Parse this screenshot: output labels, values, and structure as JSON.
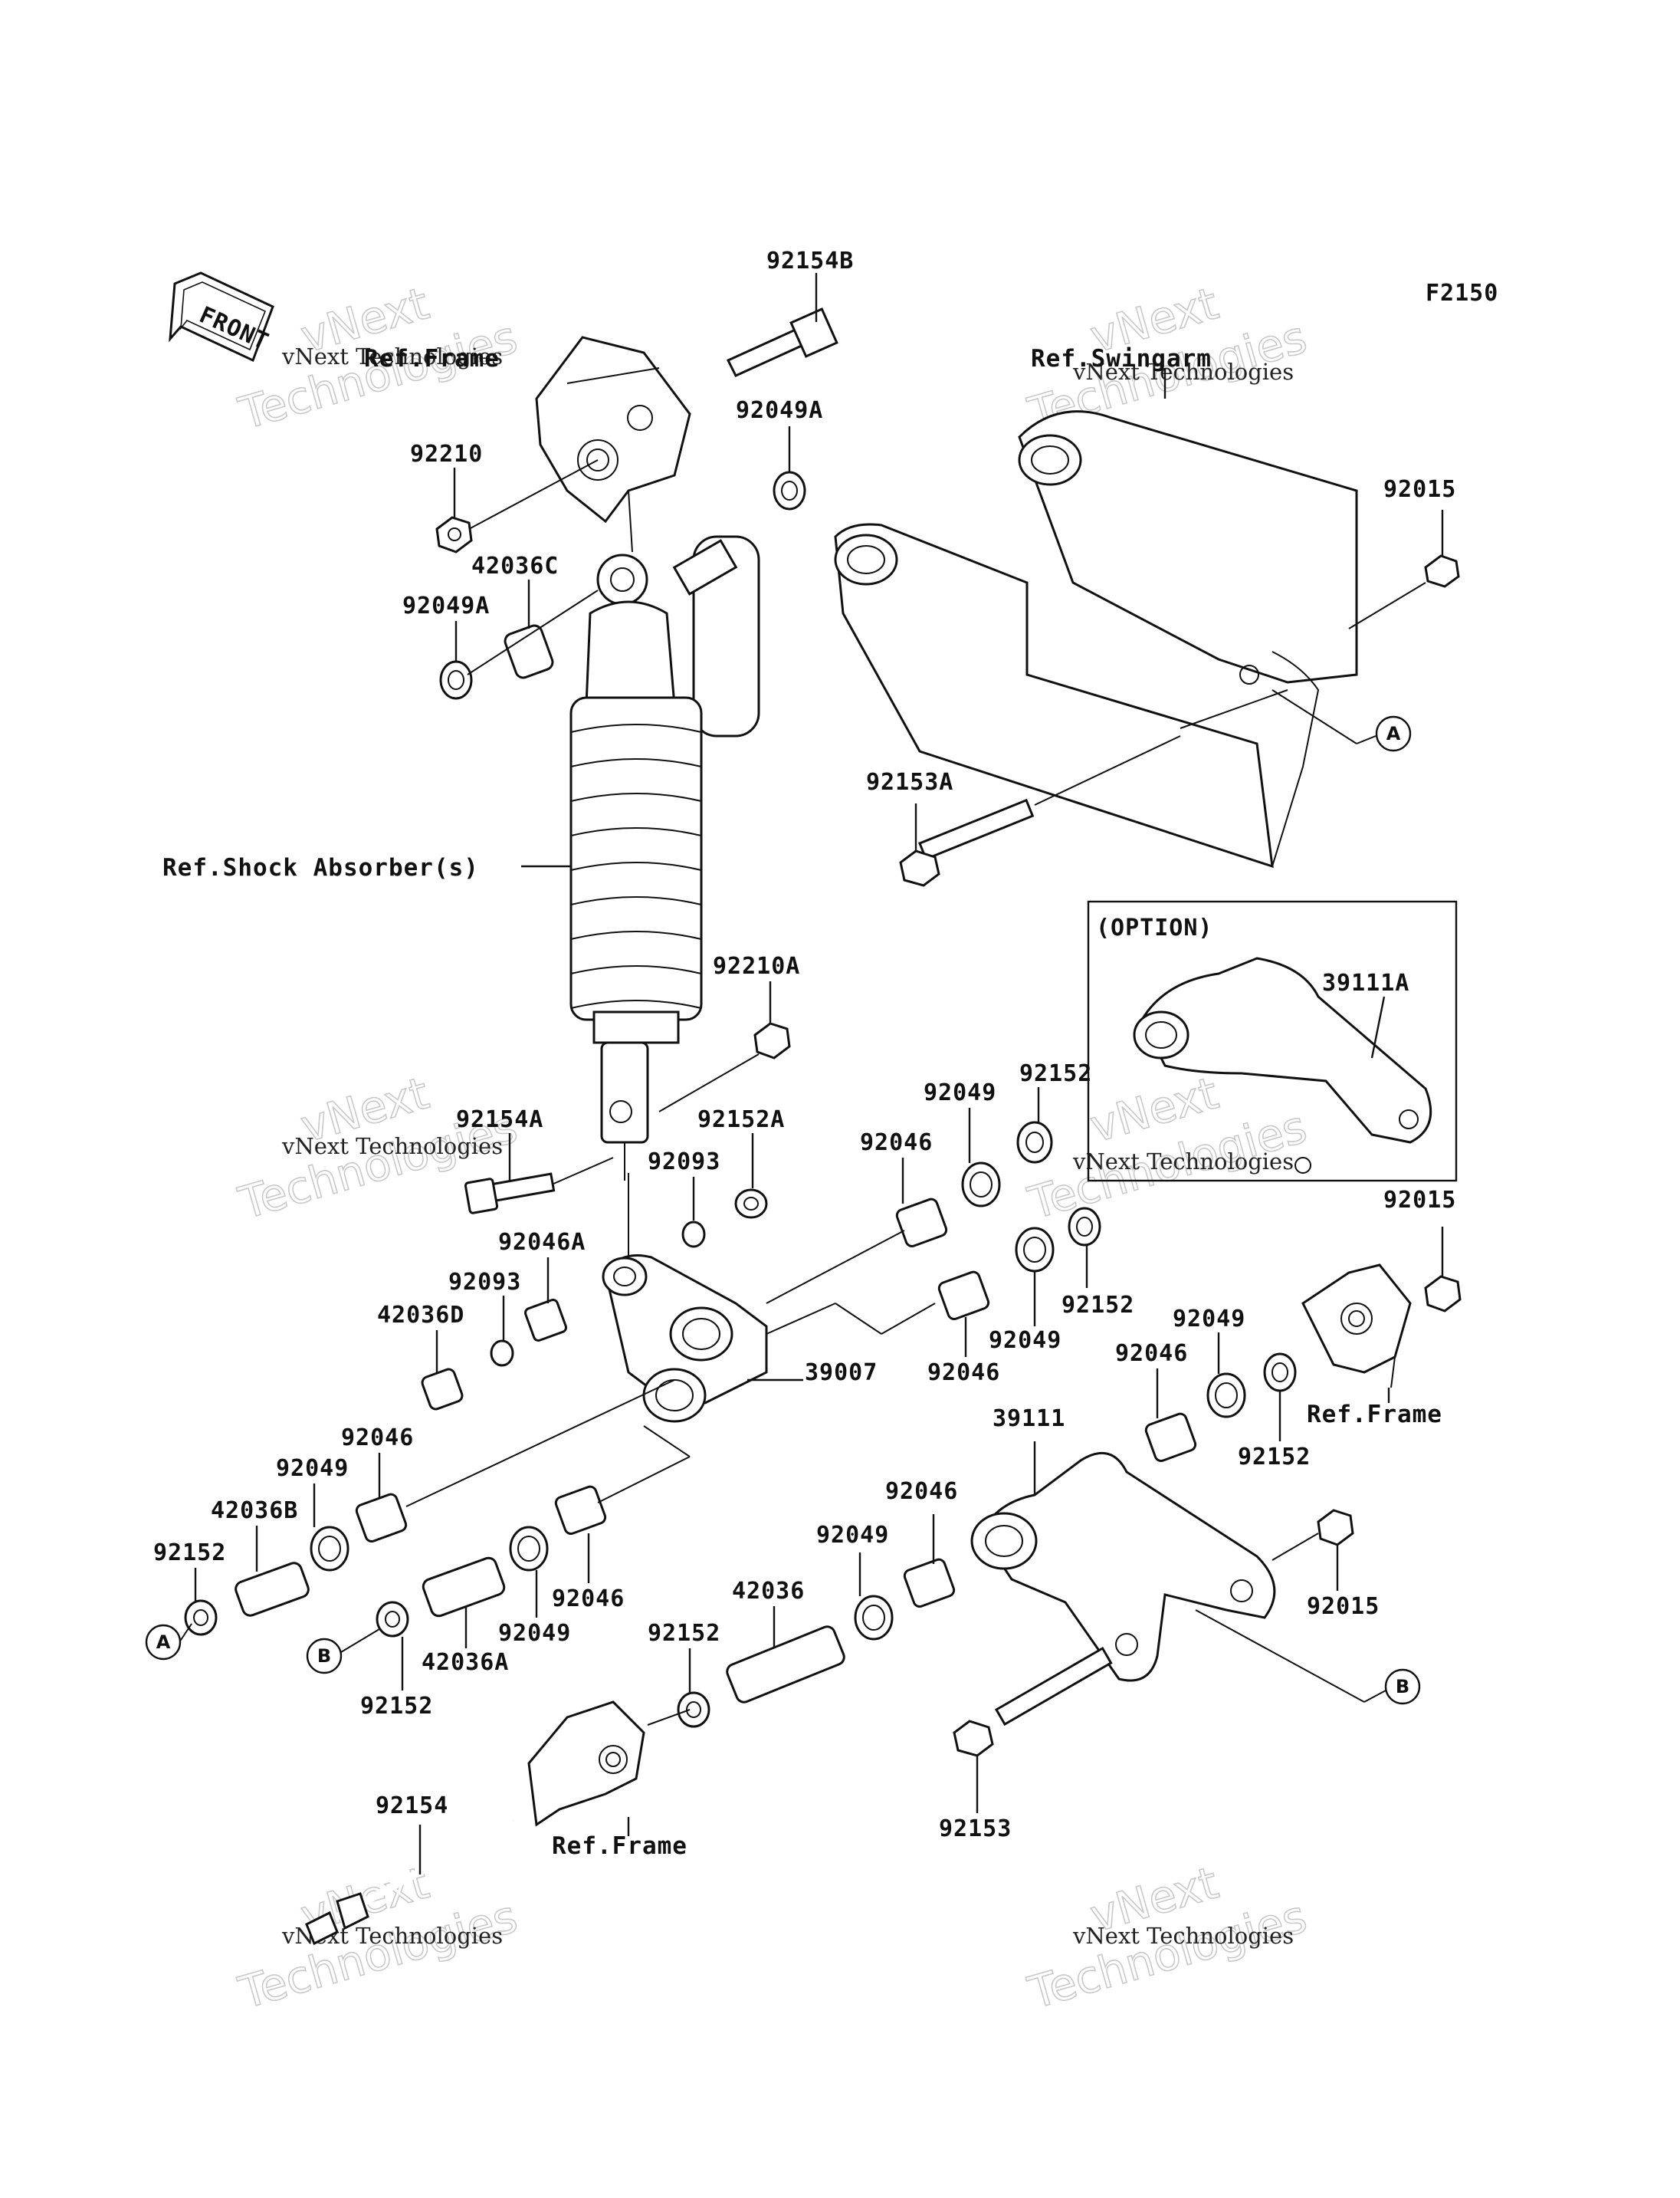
{
  "figure_code": "F2150",
  "front_label": "FRONT",
  "option_label": "(OPTION)",
  "circle_markers": {
    "a": "A",
    "b": "B"
  },
  "watermark": {
    "line1": "vNext Technologies",
    "line2a": "vNext",
    "line2b": "Technologies"
  },
  "refs": {
    "frame": "Ref.Frame",
    "swingarm": "Ref.Swingarm",
    "shock": "Ref.Shock Absorber(s)"
  },
  "parts": {
    "p92154B": "92154B",
    "p92049A_top": "92049A",
    "p92210": "92210",
    "p42036C": "42036C",
    "p92049A_left": "92049A",
    "p92015_top": "92015",
    "p92153A": "92153A",
    "p39111A": "39111A",
    "p92210A": "92210A",
    "p92152_top": "92152",
    "p92049_top": "92049",
    "p92046_top": "92046",
    "p92152A": "92152A",
    "p92154A": "92154A",
    "p92093_a": "92093",
    "p92046A": "92046A",
    "p92093_b": "92093",
    "p42036D": "42036D",
    "p92152_mid": "92152",
    "p92049_mid": "92049",
    "p92046_mid": "92046",
    "p39007": "39007",
    "p92015_mid": "92015",
    "p92049_right": "92049",
    "p92046_right": "92046",
    "p92152_right": "92152",
    "p92046_left": "92046",
    "p92049_left": "92049",
    "p42036B": "42036B",
    "p92152_left": "92152",
    "p92046_lower": "92046",
    "p92049_lower": "92049",
    "p42036A": "42036A",
    "p92152_b": "92152",
    "p39111": "39111",
    "p92046_link": "92046",
    "p92049_link": "92049",
    "p42036": "42036",
    "p92152_link": "92152",
    "p92015_link": "92015",
    "p92154": "92154",
    "p92153": "92153"
  }
}
